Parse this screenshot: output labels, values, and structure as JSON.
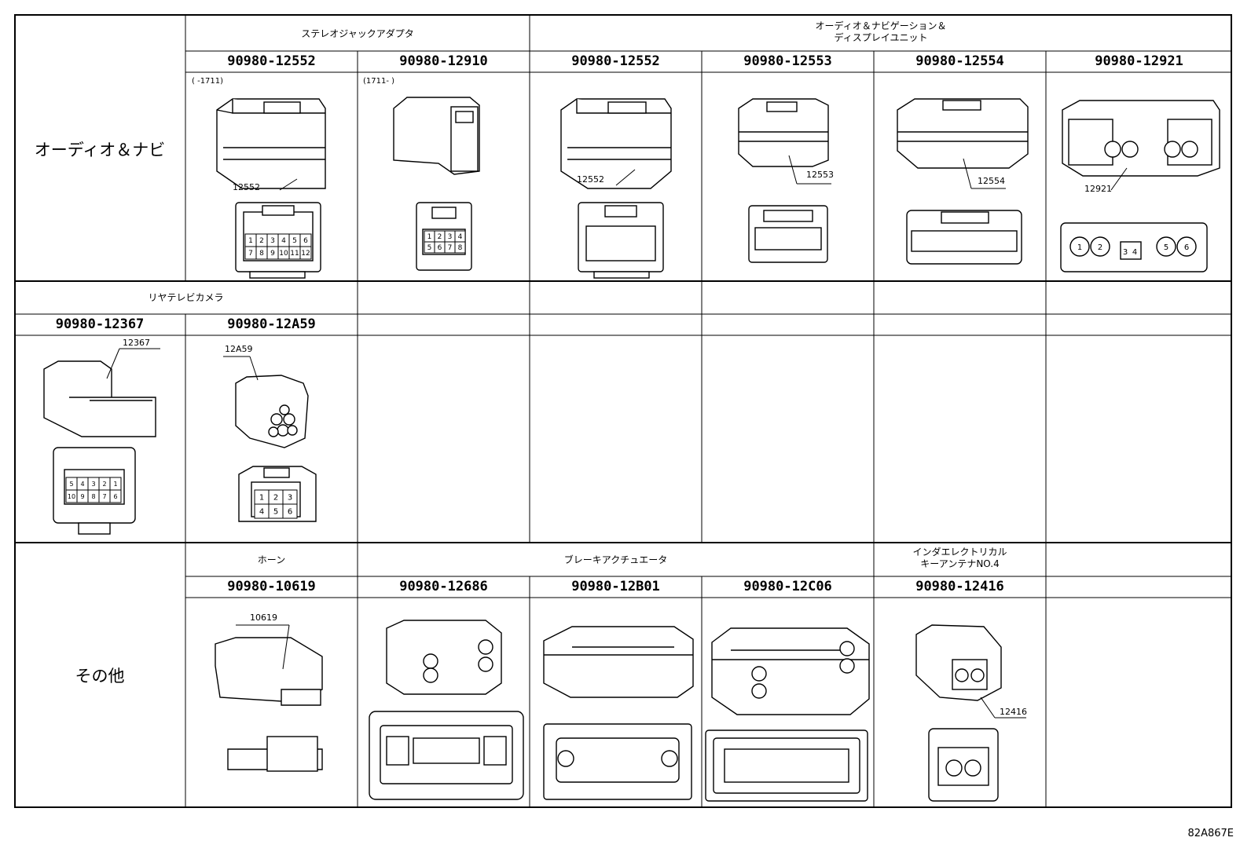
{
  "rows": {
    "audio": "オーディオ＆ナビ",
    "other": "その他"
  },
  "captions": {
    "stereo": "ステレオジャックアダプタ",
    "audio_navi_display": "オーディオ＆ナビゲーション＆\nディスプレイユニット",
    "rear_camera": "リヤテレビカメラ",
    "horn": "ホーン",
    "brake": "ブレーキアクチュエータ",
    "key_antenna": "インダエレクトリカル\nキーアンテナNO.4"
  },
  "part_numbers": {
    "a1": "90980-12552",
    "a2": "90980-12910",
    "a3": "90980-12552",
    "a4": "90980-12553",
    "a5": "90980-12554",
    "a6": "90980-12921",
    "b1": "90980-12367",
    "b2": "90980-12A59",
    "c2": "90980-10619",
    "c3": "90980-12686",
    "c4": "90980-12B01",
    "c5": "90980-12C06",
    "c6": "90980-12416"
  },
  "notes": {
    "a1": "(     -1711)",
    "a2": "(1711-      )"
  },
  "labels": {
    "a1": "12552",
    "a3": "12552",
    "a4": "12553",
    "a5": "12554",
    "a6": "12921",
    "b1": "12367",
    "b2": "12A59",
    "c2": "10619",
    "c6": "12416"
  },
  "pins": {
    "a1": [
      "1",
      "2",
      "3",
      "4",
      "5",
      "6",
      "7",
      "8",
      "9",
      "10",
      "11",
      "12"
    ],
    "a2": [
      "1",
      "2",
      "3",
      "4",
      "5",
      "6",
      "7",
      "8"
    ],
    "a6": [
      "1",
      "2",
      "3",
      "4",
      "5",
      "6"
    ],
    "b1": [
      "5",
      "4",
      "3",
      "2",
      "1",
      "10",
      "9",
      "8",
      "7",
      "6"
    ],
    "b2": [
      "1",
      "2",
      "3",
      "4",
      "5",
      "6"
    ]
  },
  "figure_code": "82A867E"
}
